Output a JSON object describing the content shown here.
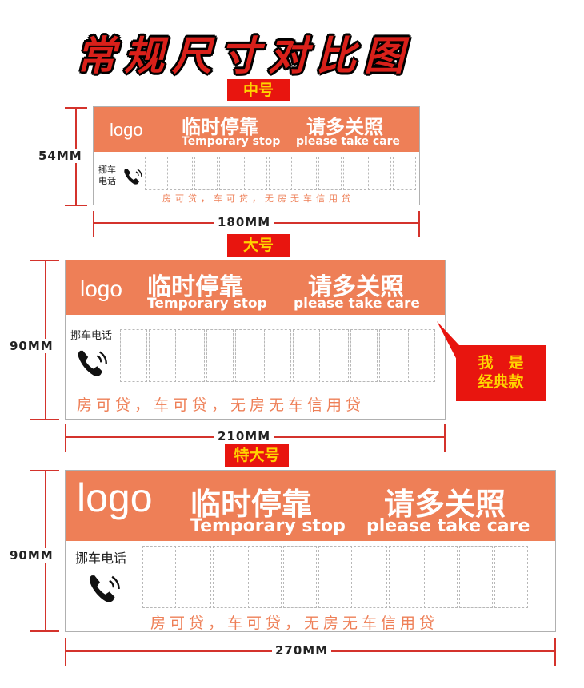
{
  "title": "常规尺寸对比图",
  "header_text": {
    "logo": "logo",
    "cn_a": "临时停靠",
    "cn_b": "请多关照",
    "en_a": "Temporary stop",
    "en_b": "please take care"
  },
  "call_label": "挪车电话",
  "footer": "房可贷，车可贷，无房无车信用贷",
  "medium": {
    "tag": "中号",
    "width_label": "180MM",
    "height_label": "54MM",
    "call_line1": "挪车",
    "call_line2": "电话"
  },
  "large": {
    "tag": "大号",
    "width_label": "210MM",
    "height_label": "90MM",
    "callout_line1": "我　是",
    "callout_line2": "经典款"
  },
  "xlarge": {
    "tag": "特大号",
    "width_label": "270MM",
    "height_label": "90MM"
  },
  "colors": {
    "accent": "#ee7f57",
    "tag_bg": "#e8150f",
    "tag_text": "#ffd400"
  }
}
